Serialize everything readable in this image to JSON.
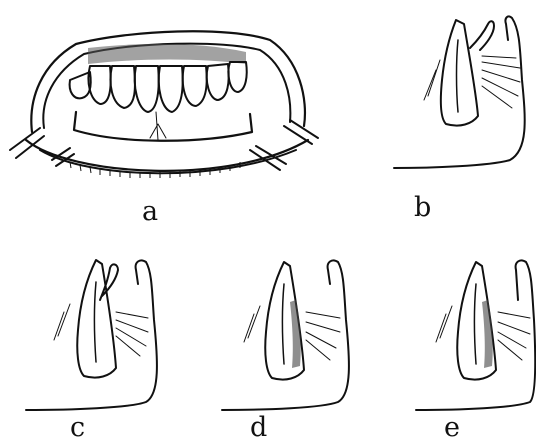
{
  "figure": {
    "labels": [
      "a",
      "b",
      "c",
      "d",
      "e"
    ]
  }
}
